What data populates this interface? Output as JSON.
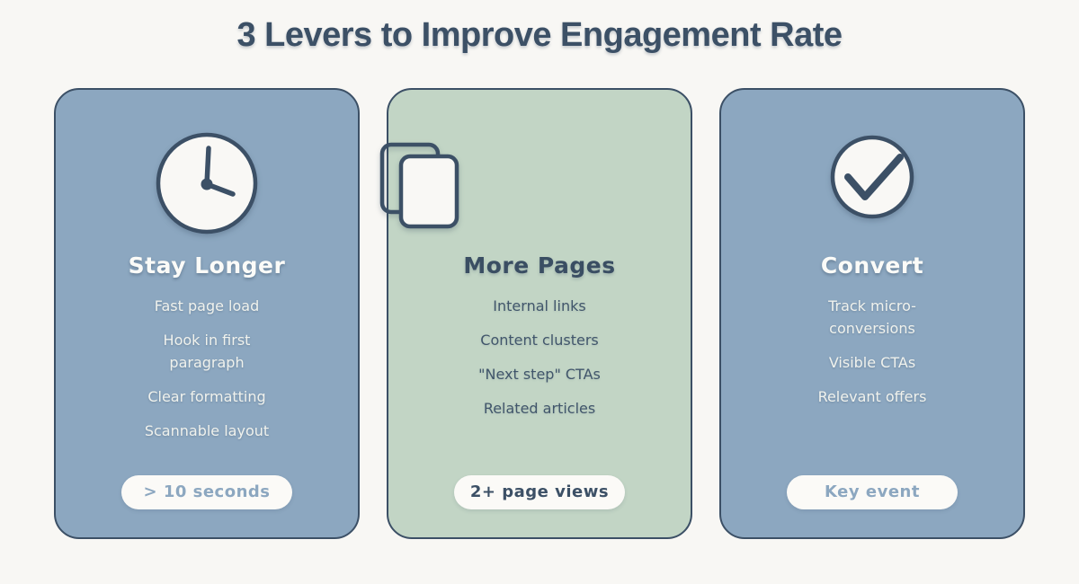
{
  "title": "3 Levers to Improve Engagement Rate",
  "colors": {
    "page_background": "#F8F7F4",
    "card_blue": "#8CA7C0",
    "card_green": "#C2D5C5",
    "outline_dark_slate": "#3C5066",
    "badge_background": "#FBFAF7",
    "light_text": "#F0F2ED"
  },
  "cards": [
    {
      "title": "Stay Longer",
      "icon": "clock-icon",
      "theme": "blue",
      "items": [
        "Fast page load",
        "Hook in first\nparagraph",
        "Clear formatting",
        "Scannable layout"
      ],
      "badge": "> 10 seconds"
    },
    {
      "title": "More Pages",
      "icon": "pages-icon",
      "theme": "green",
      "items": [
        "Internal links",
        "Content clusters",
        "\"Next step\" CTAs",
        "Related articles"
      ],
      "badge": "2+ page views"
    },
    {
      "title": "Convert",
      "icon": "check-icon",
      "theme": "blue",
      "items": [
        "Track micro-\nconversions",
        "Visible CTAs",
        "Relevant offers"
      ],
      "badge": "Key event"
    }
  ]
}
